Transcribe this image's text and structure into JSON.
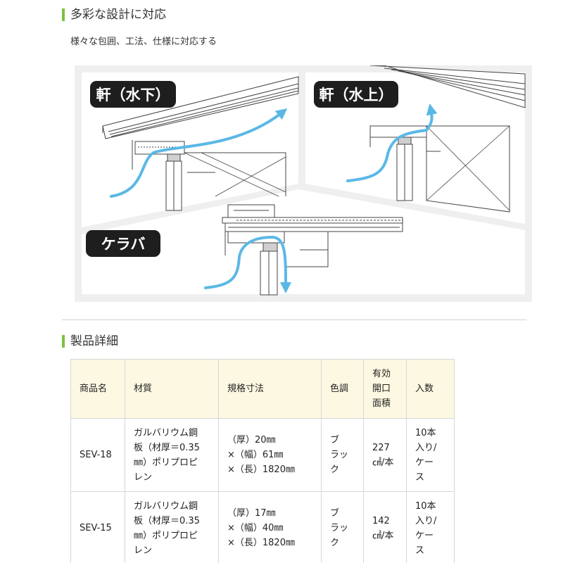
{
  "design_section": {
    "title": "多彩な設計に対応",
    "description": "様々な包囲、工法、仕様に対応する"
  },
  "diagram": {
    "labels": {
      "eave_lower": "軒（水下）",
      "eave_upper": "軒（水上）",
      "verge": "ケラバ"
    },
    "colors": {
      "airflow": "#5bb8e6",
      "badge": "#1e1e1e",
      "panel_bg": "#efefef",
      "line": "#444444"
    }
  },
  "details_section": {
    "title": "製品詳細"
  },
  "spec_table": {
    "headers": {
      "name": "商品名",
      "material": "材質",
      "size": "規格寸法",
      "color": "色調",
      "opening": "有効\n開口\n面積",
      "quantity": "入数"
    },
    "rows": [
      {
        "name": "SEV-18",
        "material": "ガルバリウム鋼\n板（材厚＝0.35\n㎜）ポリプロピ\nレン",
        "size": "（厚）20㎜\n×（幅）61㎜\n×（長）1820㎜",
        "color": "ブ\nラッ\nク",
        "opening": "227\n㎠/本",
        "quantity": "10本\n入り/\nケー\nス"
      },
      {
        "name": "SEV-15",
        "material": "ガルバリウム鋼\n板（材厚＝0.35\n㎜）ポリプロピ\nレン",
        "size": "（厚）17㎜\n×（幅）40㎜\n×（長）1820㎜",
        "color": "ブ\nラッ\nク",
        "opening": "142\n㎠/本",
        "quantity": "10本\n入り/\nケー\nス"
      }
    ]
  }
}
